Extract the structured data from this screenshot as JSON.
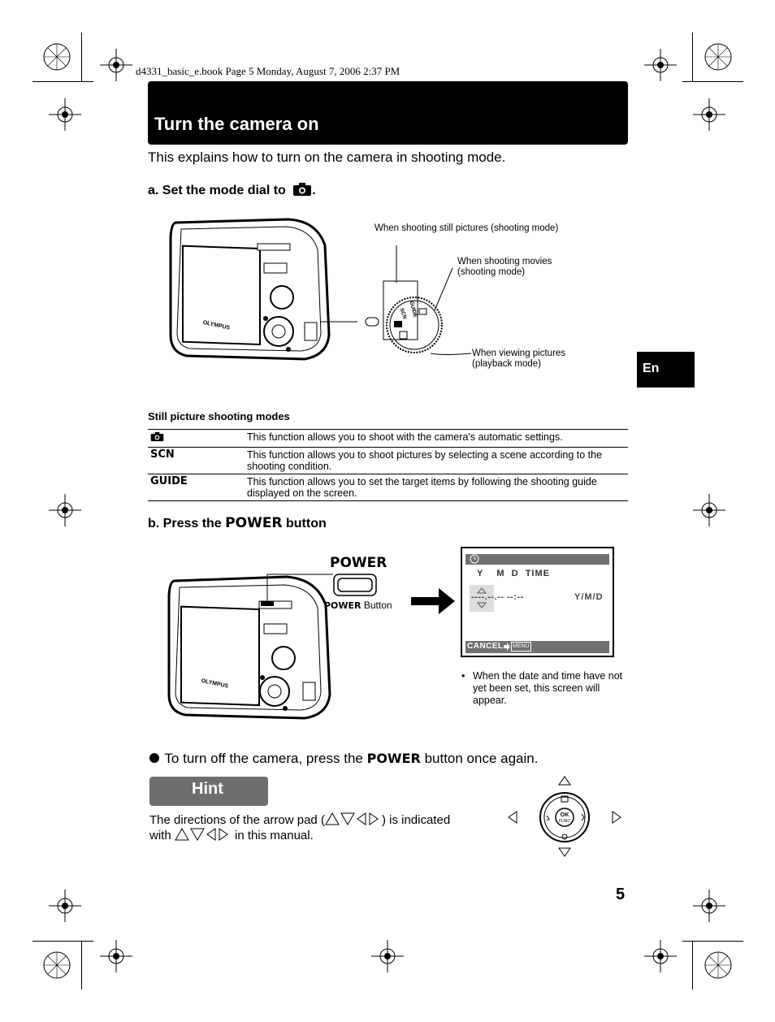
{
  "book_header": "d4331_basic_e.book  Page 5  Monday, August 7, 2006  2:37 PM",
  "title": "Turn the camera on",
  "intro": "This explains how to turn on the camera in shooting mode.",
  "step_a": {
    "prefix": "a.  Set the mode dial to",
    "suffix": "."
  },
  "dial_labels": {
    "still": "When shooting still pictures (shooting mode)",
    "movies_1": "When shooting movies",
    "movies_2": "(shooting mode)",
    "playback_1": "When viewing pictures",
    "playback_2": "(playback mode)",
    "dial_scn": "SCN",
    "dial_guide": "GUIDE"
  },
  "brand": "OLYMPUS",
  "lang_tab": "En",
  "modes_title": "Still picture shooting modes",
  "modes": [
    {
      "key": "",
      "icon": "camera-icon",
      "desc": "This function allows you to shoot with the camera's automatic settings."
    },
    {
      "key": "SCN",
      "desc": "This function allows you to shoot pictures by selecting a scene according to the shooting condition."
    },
    {
      "key": "GUIDE",
      "desc": "This function allows you to set the target items by following the shooting guide displayed on the screen."
    }
  ],
  "step_b": {
    "prefix": "b.  Press the",
    "power": "POWER",
    "suffix": "button"
  },
  "power_label": "POWER",
  "power_button_caption": {
    "power": "POWER",
    "text": "Button"
  },
  "lcd": {
    "header": "Y    M  D  TIME",
    "format": "Y/M/D",
    "entry": "----.--.-- --:--",
    "footer": "CANCEL",
    "footer_icon": "MENU"
  },
  "lcd_note": "When the date and time have not yet been set, this screen will appear.",
  "turn_off": {
    "prefix": "To turn off the camera, press the",
    "power": "POWER",
    "suffix": "button once again."
  },
  "hint_title": "Hint",
  "hint_text_1": "The directions of the arrow pad (",
  "hint_text_2": ") is indicated",
  "hint_text_3": "with",
  "hint_text_4": "in this manual.",
  "arrow_pad": {
    "ok": "OK",
    "func": "FUNC"
  },
  "page_number": "5"
}
